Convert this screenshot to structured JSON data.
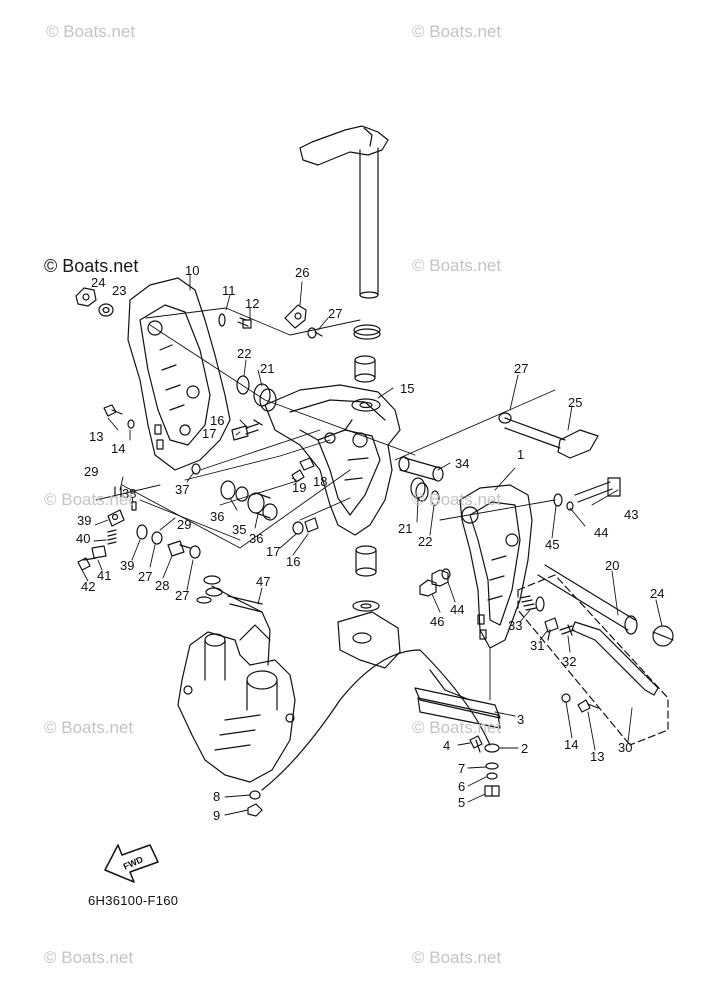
{
  "watermark": {
    "text": "© Boats.net",
    "main_text": "© Boats.net"
  },
  "diagram_code": "6H36100-F160",
  "fwd_label": "FWD",
  "parts": [
    {
      "id": "p10",
      "num": "10"
    },
    {
      "id": "p24a",
      "num": "24"
    },
    {
      "id": "p23",
      "num": "23"
    },
    {
      "id": "p11",
      "num": "11"
    },
    {
      "id": "p12",
      "num": "12"
    },
    {
      "id": "p26",
      "num": "26"
    },
    {
      "id": "p27a",
      "num": "27"
    },
    {
      "id": "p22a",
      "num": "22"
    },
    {
      "id": "p21a",
      "num": "21"
    },
    {
      "id": "p15",
      "num": "15"
    },
    {
      "id": "p27b",
      "num": "27"
    },
    {
      "id": "p25",
      "num": "25"
    },
    {
      "id": "p13a",
      "num": "13"
    },
    {
      "id": "p14a",
      "num": "14"
    },
    {
      "id": "p16a",
      "num": "16"
    },
    {
      "id": "p17a",
      "num": "17"
    },
    {
      "id": "p19",
      "num": "19"
    },
    {
      "id": "p18",
      "num": "18"
    },
    {
      "id": "p34",
      "num": "34"
    },
    {
      "id": "p1",
      "num": "1"
    },
    {
      "id": "p37",
      "num": "37"
    },
    {
      "id": "p29a",
      "num": "29"
    },
    {
      "id": "p38",
      "num": "38"
    },
    {
      "id": "p29b",
      "num": "29"
    },
    {
      "id": "p36a",
      "num": "36"
    },
    {
      "id": "p35",
      "num": "35"
    },
    {
      "id": "p36b",
      "num": "36"
    },
    {
      "id": "p21b",
      "num": "21"
    },
    {
      "id": "p22b",
      "num": "22"
    },
    {
      "id": "p43",
      "num": "43"
    },
    {
      "id": "p44a",
      "num": "44"
    },
    {
      "id": "p45",
      "num": "45"
    },
    {
      "id": "p39a",
      "num": "39"
    },
    {
      "id": "p40",
      "num": "40"
    },
    {
      "id": "p41",
      "num": "41"
    },
    {
      "id": "p42",
      "num": "42"
    },
    {
      "id": "p39b",
      "num": "39"
    },
    {
      "id": "p27c",
      "num": "27"
    },
    {
      "id": "p28",
      "num": "28"
    },
    {
      "id": "p27d",
      "num": "27"
    },
    {
      "id": "p17b",
      "num": "17"
    },
    {
      "id": "p16b",
      "num": "16"
    },
    {
      "id": "p20",
      "num": "20"
    },
    {
      "id": "p47",
      "num": "47"
    },
    {
      "id": "p44b",
      "num": "44"
    },
    {
      "id": "p46",
      "num": "46"
    },
    {
      "id": "p33",
      "num": "33"
    },
    {
      "id": "p31",
      "num": "31"
    },
    {
      "id": "p24b",
      "num": "24"
    },
    {
      "id": "p32",
      "num": "32"
    },
    {
      "id": "p3",
      "num": "3"
    },
    {
      "id": "p4",
      "num": "4"
    },
    {
      "id": "p2",
      "num": "2"
    },
    {
      "id": "p14b",
      "num": "14"
    },
    {
      "id": "p13b",
      "num": "13"
    },
    {
      "id": "p30",
      "num": "30"
    },
    {
      "id": "p7",
      "num": "7"
    },
    {
      "id": "p6",
      "num": "6"
    },
    {
      "id": "p5",
      "num": "5"
    },
    {
      "id": "p8",
      "num": "8"
    },
    {
      "id": "p9",
      "num": "9"
    }
  ]
}
